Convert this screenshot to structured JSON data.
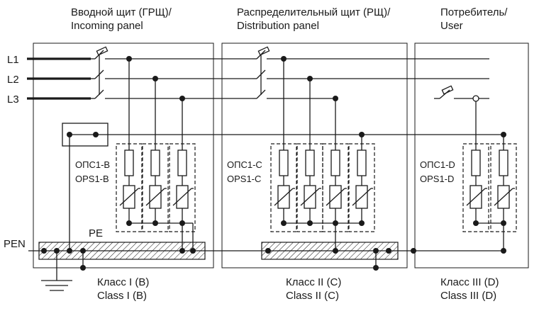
{
  "headers": {
    "incoming_ru": "Вводной щит (ГРЩ)/",
    "incoming_en": "Incoming panel",
    "distribution_ru": "Распределительный щит (РЩ)/",
    "distribution_en": "Distribution panel",
    "user_ru": "Потребитель/",
    "user_en": "User"
  },
  "lines": {
    "l1": "L1",
    "l2": "L2",
    "l3": "L3",
    "pen": "PEN",
    "pe": "PE"
  },
  "devices": {
    "b_ru": "ОПС1-В",
    "b_en": "OPS1-B",
    "c_ru": "ОПС1-С",
    "c_en": "OPS1-C",
    "d_ru": "ОПС1-D",
    "d_en": "OPS1-D"
  },
  "classes": {
    "b_ru": "Класс I (В)",
    "b_en": "Class I (B)",
    "c_ru": "Класс II (С)",
    "c_en": "Class II (C)",
    "d_ru": "Класс III (D)",
    "d_en": "Class III (D)"
  }
}
